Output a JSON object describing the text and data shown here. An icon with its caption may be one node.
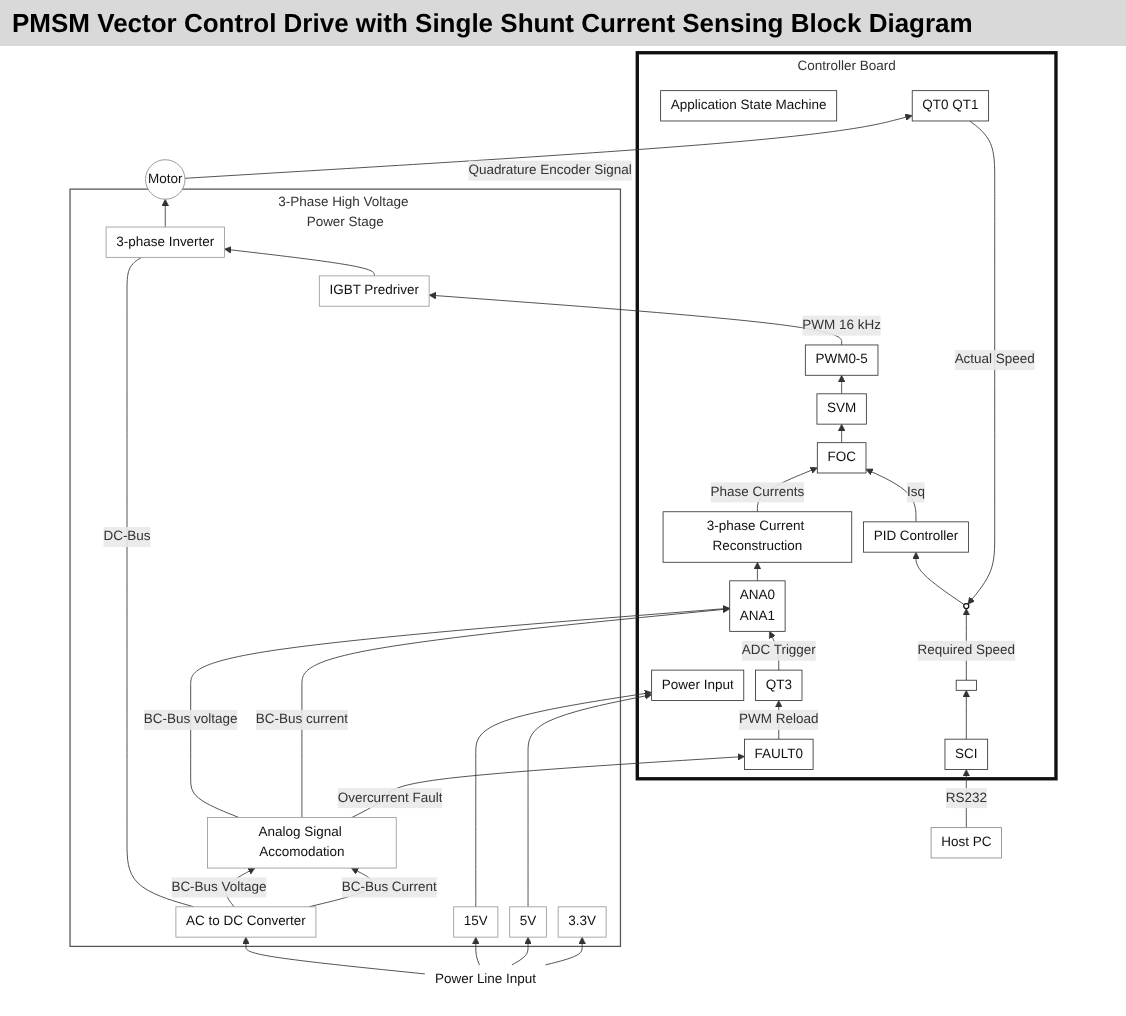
{
  "diagram": {
    "title": "PMSM Vector Control Drive with Single Shunt Current Sensing Block Diagram",
    "nodes": [
      {
        "text": [
          "Controller Board"
        ]
      },
      {
        "text": [
          "Power Input"
        ],
        "in": 0
      },
      {
        "text": [
          "3-phase Current Reconstruction"
        ],
        "in": 0
      },
      {
        "text": [
          "ANA0",
          "ANA1"
        ],
        "in": 0
      },
      {
        "text": [
          "QT3"
        ],
        "in": 0
      },
      {
        "text": [
          "FAULT0"
        ],
        "in": 0
      },
      {
        "text": [
          "FOC"
        ],
        "in": 0
      },
      {
        "text": [
          "SVM"
        ],
        "in": 0
      },
      {
        "text": [
          "PWM0-5"
        ],
        "in": 0
      },
      {
        "text": [
          "PID Controller"
        ],
        "in": 0
      },
      {
        "text": [],
        "shape": "circle",
        "in": 0
      },
      {
        "text": [
          "QT0 QT1"
        ],
        "in": 0
      },
      {
        "text": [
          "Application State Machine"
        ],
        "in": 0
      },
      {
        "text": [],
        "shape": "box",
        "in": 0
      },
      {
        "text": [
          "SCI"
        ],
        "in": 0
      },
      {
        "text": [
          "3-Phase High Voltage Power Stage"
        ]
      },
      {
        "text": [
          "15V"
        ],
        "in": 15
      },
      {
        "text": [
          "5V"
        ],
        "in": 15
      },
      {
        "text": [
          "3.3V"
        ],
        "in": 15
      },
      {
        "text": [
          "AC to DC Converter"
        ],
        "in": 15
      },
      {
        "text": [
          "Analog Signal Accomodation"
        ],
        "in": 15
      },
      {
        "text": [
          "IGBT Predriver"
        ],
        "in": 15
      },
      {
        "text": [
          "3-phase Inverter"
        ],
        "in": 15
      },
      {
        "text": [
          "Motor"
        ]
      },
      {
        "text": [
          "Host PC"
        ]
      },
      {
        "text": [
          "Power Line Input"
        ]
      }
    ],
    "edges": [
      {
        "from": 25,
        "to": 19,
        "arrow": "to"
      },
      {
        "from": 25,
        "to": 16,
        "arrow": "to"
      },
      {
        "from": 25,
        "to": 17,
        "arrow": "to"
      },
      {
        "from": 25,
        "to": 18,
        "arrow": "to"
      },
      {
        "from": 16,
        "to": 1,
        "arrow": "to"
      },
      {
        "from": 17,
        "to": 1,
        "arrow": "to"
      },
      {
        "from": 19,
        "to": 22,
        "arrow": "none",
        "label": "DC-Bus"
      },
      {
        "from": 19,
        "to": 20,
        "arrow": "to",
        "label": "BC-Bus Voltage"
      },
      {
        "from": 19,
        "to": 20,
        "arrow": "to",
        "label": "BC-Bus Current"
      },
      {
        "from": 20,
        "to": 3,
        "arrow": "to",
        "label": "BC-Bus voltage"
      },
      {
        "from": 20,
        "to": 3,
        "arrow": "to",
        "label": "BC-Bus current"
      },
      {
        "from": 20,
        "to": 5,
        "arrow": "to",
        "label": "Overcurrent Fault"
      },
      {
        "from": 3,
        "to": 2,
        "arrow": "to"
      },
      {
        "from": 4,
        "to": 3,
        "arrow": "to",
        "label": "ADC Trigger"
      },
      {
        "from": 5,
        "to": 4,
        "arrow": "to",
        "label": "PWM Reload"
      },
      {
        "from": 2,
        "to": 6,
        "arrow": "to",
        "label": "Phase Currents"
      },
      {
        "from": 6,
        "to": 7,
        "arrow": "to"
      },
      {
        "from": 7,
        "to": 8,
        "arrow": "to"
      },
      {
        "from": 8,
        "to": 21,
        "arrow": "to",
        "label": "PWM 16 kHz"
      },
      {
        "from": 21,
        "to": 22,
        "arrow": "to"
      },
      {
        "from": 22,
        "to": 23,
        "arrow": "to"
      },
      {
        "from": 23,
        "to": 11,
        "arrow": "to",
        "label": "Quadrature Encoder Signal"
      },
      {
        "from": 11,
        "to": 10,
        "arrow": "to",
        "label": "Actual Speed"
      },
      {
        "from": 13,
        "to": 10,
        "arrow": "to",
        "label": "Required Speed"
      },
      {
        "from": 10,
        "to": 9,
        "arrow": "to"
      },
      {
        "from": 9,
        "to": 6,
        "arrow": "to",
        "label": "Isq"
      },
      {
        "from": 24,
        "to": 14,
        "arrow": "to",
        "label": "RS232"
      },
      {
        "from": 14,
        "to": 13,
        "arrow": "to"
      }
    ]
  }
}
